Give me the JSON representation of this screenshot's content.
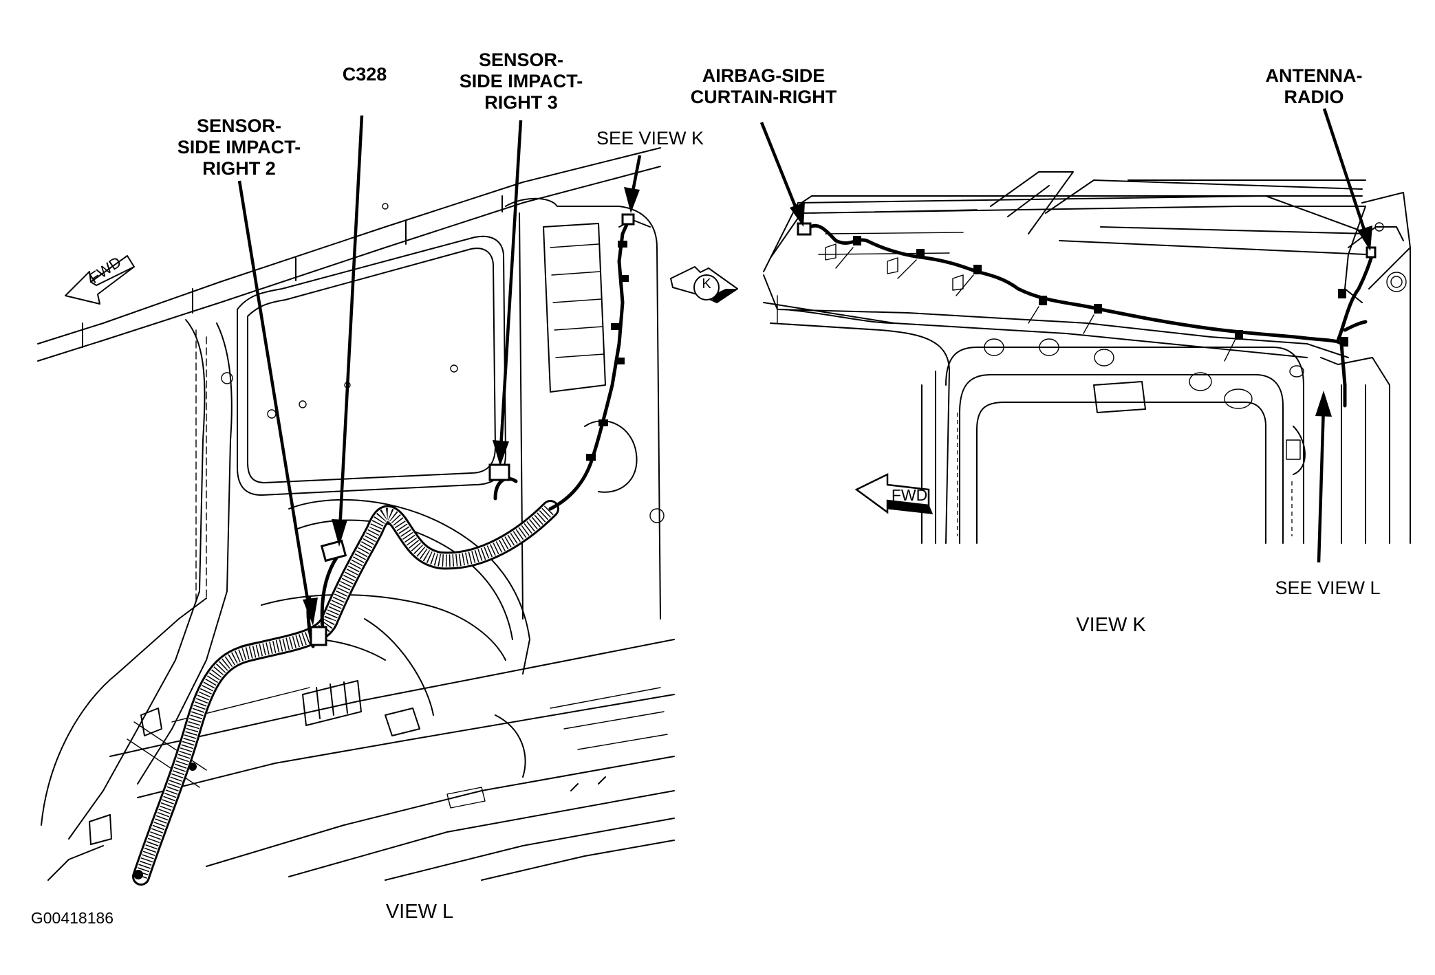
{
  "figure_id": "G00418186",
  "views": [
    {
      "caption": "VIEW L",
      "labels": [
        {
          "id": "c328",
          "lines": [
            "C328"
          ]
        },
        {
          "id": "sensor-right-2",
          "lines": [
            "SENSOR-",
            "SIDE IMPACT-",
            "RIGHT 2"
          ]
        },
        {
          "id": "sensor-right-3",
          "lines": [
            "SENSOR-",
            "SIDE IMPACT-",
            "RIGHT 3"
          ]
        },
        {
          "id": "see-view-k",
          "lines": [
            "SEE VIEW K"
          ]
        }
      ],
      "direction_marker": "FWD",
      "view_callout": "K"
    },
    {
      "caption": "VIEW K",
      "labels": [
        {
          "id": "airbag-curtain-right",
          "lines": [
            "AIRBAG-SIDE",
            "CURTAIN-RIGHT"
          ]
        },
        {
          "id": "antenna-radio",
          "lines": [
            "ANTENNA-",
            "RADIO"
          ]
        },
        {
          "id": "see-view-l",
          "lines": [
            "SEE VIEW L"
          ]
        }
      ],
      "direction_marker": "FWD"
    }
  ]
}
